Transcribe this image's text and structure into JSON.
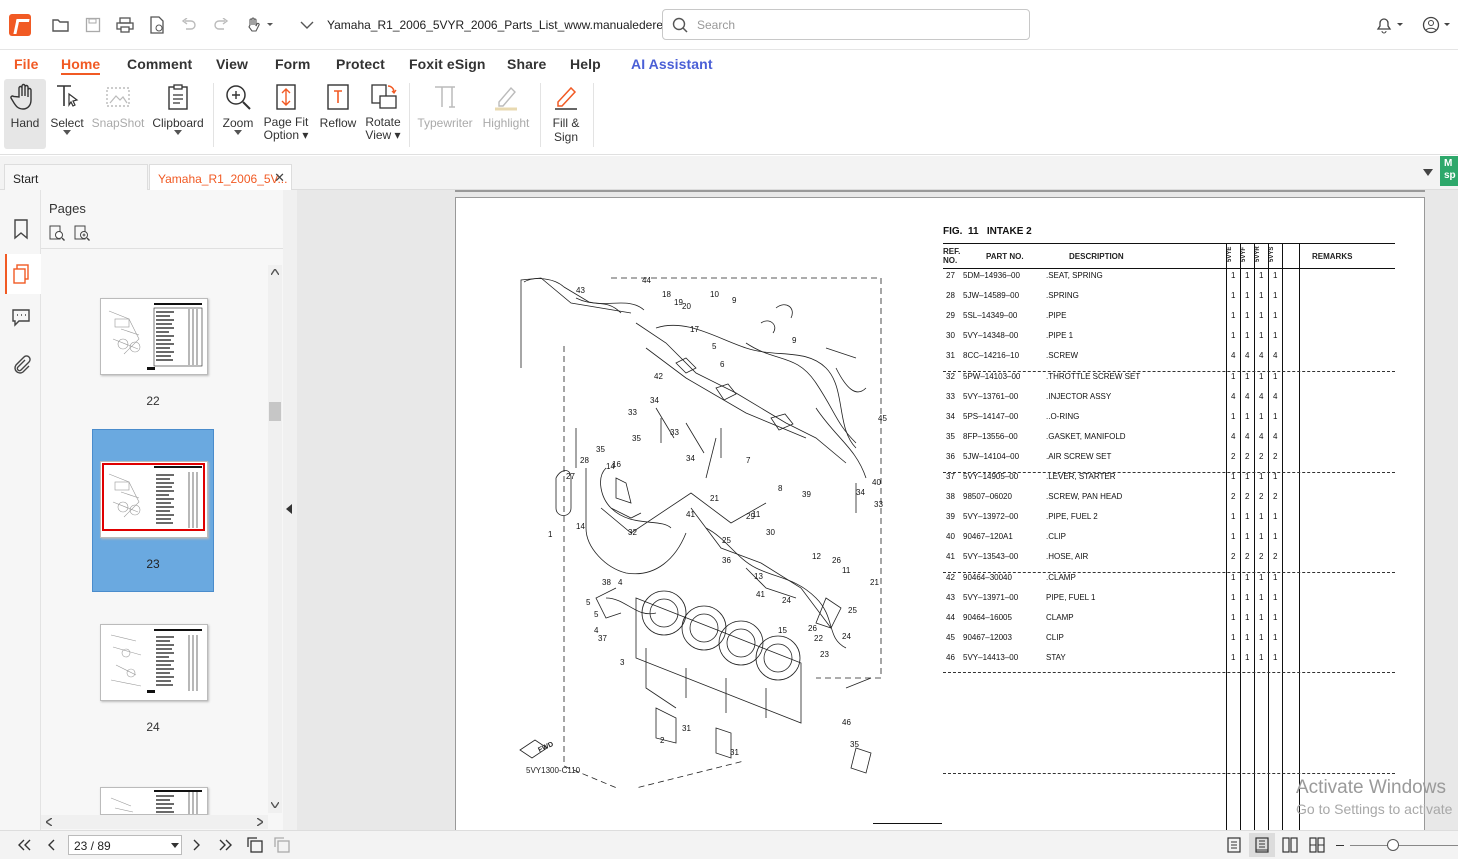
{
  "document_title": "Yamaha_R1_2006_5VYR_2006_Parts_List_www.manualedereparati...",
  "search": {
    "placeholder": "Search"
  },
  "menu": [
    "File",
    "Home",
    "Comment",
    "View",
    "Form",
    "Protect",
    "Foxit eSign",
    "Share",
    "Help",
    "AI Assistant"
  ],
  "tools": {
    "hand": "Hand",
    "select": "Select",
    "snapshot": "SnapShot",
    "clipboard": "Clipboard",
    "zoom": "Zoom",
    "pagefit1": "Page Fit",
    "pagefit2": "Option",
    "reflow": "Reflow",
    "rotate1": "Rotate",
    "rotate2": "View",
    "typewriter": "Typewriter",
    "highlight": "Highlight",
    "fill1": "Fill &",
    "fill2": "Sign"
  },
  "tabs": {
    "start": "Start",
    "doc": "Yamaha_R1_2006_5V..."
  },
  "sidebar": {
    "title": "Pages",
    "page_numbers": [
      "22",
      "23",
      "24"
    ]
  },
  "right_badge": "M\nsp",
  "pdf": {
    "fig_title": "FIG.  11   INTAKE 2",
    "headers": {
      "ref1": "REF.",
      "ref2": "NO.",
      "part": "PART NO.",
      "desc": "DESCRIPTION",
      "remarks": "REMARKS",
      "models": [
        "5VYE",
        "5VYF",
        "5VYR",
        "5VYS"
      ]
    },
    "rows": [
      [
        "27",
        "5DM–14936–00",
        ".SEAT, SPRING",
        "1",
        "1",
        "1",
        "1"
      ],
      [
        "28",
        "5JW–14589–00",
        ".SPRING",
        "1",
        "1",
        "1",
        "1"
      ],
      [
        "29",
        "5SL–14349–00",
        ".PIPE",
        "1",
        "1",
        "1",
        "1"
      ],
      [
        "30",
        "5VY–14348–00",
        ".PIPE 1",
        "1",
        "1",
        "1",
        "1"
      ],
      [
        "31",
        "8CC–14216–10",
        ".SCREW",
        "4",
        "4",
        "4",
        "4"
      ],
      [
        "32",
        "5PW–14103–00",
        ".THROTTLE SCREW SET",
        "1",
        "1",
        "1",
        "1"
      ],
      [
        "33",
        "5VY–13761–00",
        ".INJECTOR ASSY",
        "4",
        "4",
        "4",
        "4"
      ],
      [
        "34",
        "5PS–14147–00",
        "..O-RING",
        "1",
        "1",
        "1",
        "1"
      ],
      [
        "35",
        "8FP–13556–00",
        ".GASKET, MANIFOLD",
        "4",
        "4",
        "4",
        "4"
      ],
      [
        "36",
        "5JW–14104–00",
        ".AIR SCREW SET",
        "2",
        "2",
        "2",
        "2"
      ],
      [
        "37",
        "5VY–14905–00",
        ".LEVER, STARTER",
        "1",
        "1",
        "1",
        "1"
      ],
      [
        "38",
        "98507–06020",
        ".SCREW, PAN HEAD",
        "2",
        "2",
        "2",
        "2"
      ],
      [
        "39",
        "5VY–13972–00",
        ".PIPE, FUEL 2",
        "1",
        "1",
        "1",
        "1"
      ],
      [
        "40",
        "90467–120A1",
        ".CLIP",
        "1",
        "1",
        "1",
        "1"
      ],
      [
        "41",
        "5VY–13543–00",
        ".HOSE, AIR",
        "2",
        "2",
        "2",
        "2"
      ],
      [
        "42",
        "90464–30040",
        ".CLAMP",
        "1",
        "1",
        "1",
        "1"
      ],
      [
        "43",
        "5VY–13971–00",
        "PIPE, FUEL 1",
        "1",
        "1",
        "1",
        "1"
      ],
      [
        "44",
        "90464–16005",
        "CLAMP",
        "1",
        "1",
        "1",
        "1"
      ],
      [
        "45",
        "90467–12003",
        "CLIP",
        "1",
        "1",
        "1",
        "1"
      ],
      [
        "46",
        "5VY–14413–00",
        "STAY",
        "1",
        "1",
        "1",
        "1"
      ]
    ],
    "diagram_code": "5VY1300-C110",
    "fwd_label": "FWD",
    "callouts": [
      "44",
      "43",
      "18",
      "19",
      "20",
      "10",
      "9",
      "17",
      "42",
      "6",
      "9",
      "5",
      "45",
      "34",
      "33",
      "33",
      "35",
      "34",
      "35",
      "14",
      "28",
      "16",
      "27",
      "7",
      "8",
      "39",
      "34",
      "40",
      "33",
      "14",
      "1",
      "32",
      "21",
      "41",
      "11",
      "29",
      "30",
      "25",
      "36",
      "26",
      "12",
      "13",
      "41",
      "11",
      "24",
      "25",
      "21",
      "24",
      "38",
      "4",
      "5",
      "5",
      "4",
      "37",
      "3",
      "15",
      "22",
      "23",
      "2",
      "31",
      "31",
      "46",
      "35",
      "26"
    ]
  },
  "status": {
    "page_input": "23 / 89"
  },
  "watermark": {
    "line1": "Activate Windows",
    "line2": "Go to Settings to activate"
  }
}
